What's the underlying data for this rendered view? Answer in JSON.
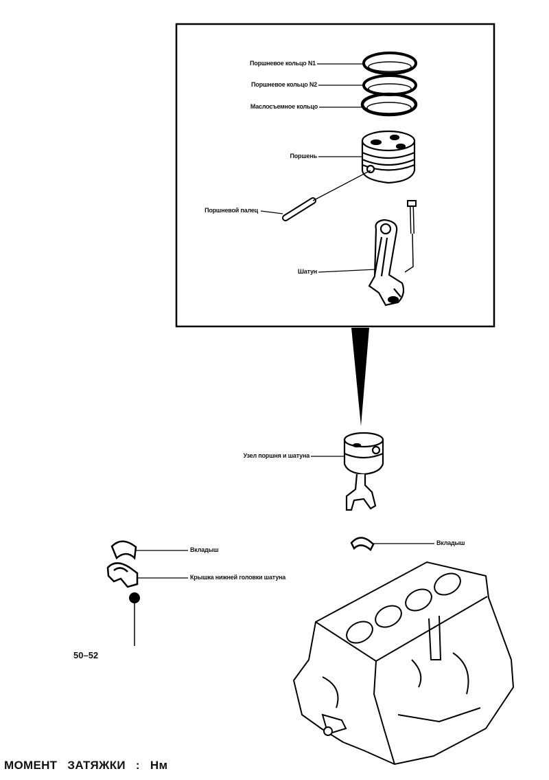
{
  "labels": {
    "ring1": "Поршневое кольцо N1",
    "ring2": "Поршневое кольцо N2",
    "oil_ring": "Маслосъемное кольцо",
    "piston": "Поршень",
    "pin": "Поршневой палец",
    "rod": "Шатун",
    "assembly": "Узел поршня и шатуна",
    "bearing_right": "Вкладыш",
    "bearing_left": "Вкладыш",
    "rod_cap": "Крышка нижней головки шатуна"
  },
  "torque": {
    "value": "50–52"
  },
  "footer": {
    "text": "МОМЕНТ ЗАТЯЖКИ : Нм"
  }
}
